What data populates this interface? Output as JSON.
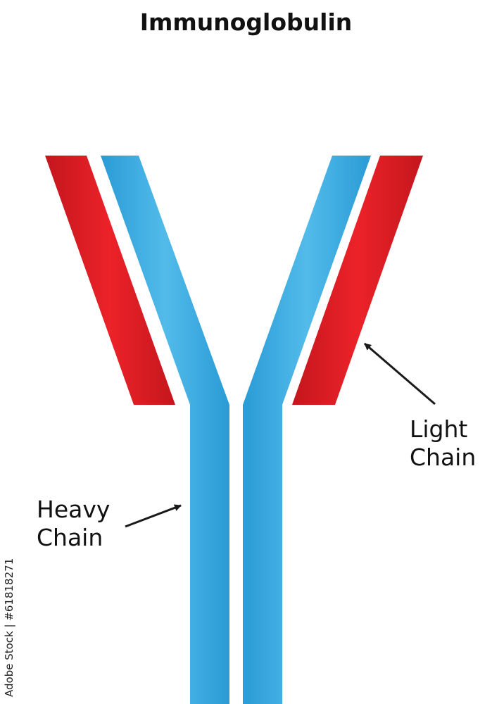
{
  "title": "Immunoglobulin",
  "labels": {
    "light_chain": [
      "Light",
      "Chain"
    ],
    "heavy_chain": [
      "Heavy",
      "Chain"
    ]
  },
  "watermark": "Adobe Stock | #61818271",
  "colors": {
    "heavy_chain": "#3aaee3",
    "light_chain": "#e01f26",
    "arrow": "#1a1a1a",
    "text": "#111111"
  }
}
